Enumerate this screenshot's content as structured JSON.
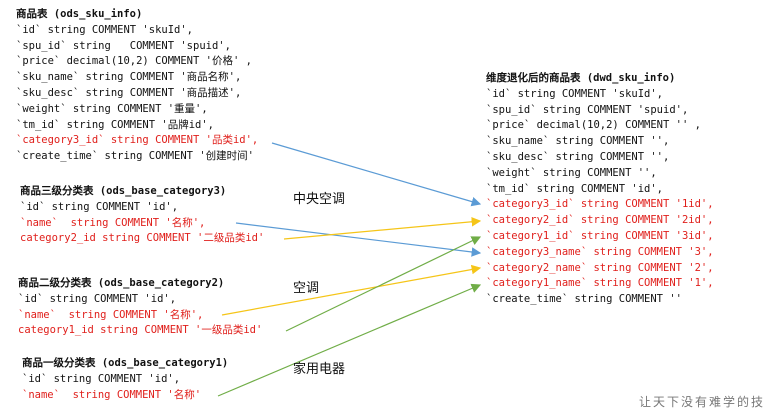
{
  "ods_sku_info": {
    "title": "商品表 (ods_sku_info)",
    "lines": [
      {
        "text": "`id` string COMMENT 'skuId',",
        "red": false
      },
      {
        "text": "`spu_id` string   COMMENT 'spuid',",
        "red": false
      },
      {
        "text": "`price` decimal(10,2) COMMENT '价格' ,",
        "red": false
      },
      {
        "text": "`sku_name` string COMMENT '商品名称',",
        "red": false
      },
      {
        "text": "`sku_desc` string COMMENT '商品描述',",
        "red": false
      },
      {
        "text": "`weight` string COMMENT '重量',",
        "red": false
      },
      {
        "text": "`tm_id` string COMMENT '品牌id',",
        "red": false
      },
      {
        "text": "`category3_id` string COMMENT '品类id',",
        "red": true
      },
      {
        "text": "`create_time` string COMMENT '创建时间'",
        "red": false
      }
    ]
  },
  "ods_base_category3": {
    "title": "商品三级分类表 (ods_base_category3)",
    "lines": [
      {
        "text": "`id` string COMMENT 'id',",
        "red": false
      },
      {
        "text": "`name`  string COMMENT '名称',",
        "red": true
      },
      {
        "text": "category2_id string COMMENT '二级品类id'",
        "red": true
      }
    ]
  },
  "ods_base_category2": {
    "title": "商品二级分类表 (ods_base_category2)",
    "lines": [
      {
        "text": "`id` string COMMENT 'id',",
        "red": false
      },
      {
        "text": "`name`  string COMMENT '名称',",
        "red": true
      },
      {
        "text": "category1_id string COMMENT '一级品类id'",
        "red": true
      }
    ]
  },
  "ods_base_category1": {
    "title": "商品一级分类表 (ods_base_category1)",
    "lines": [
      {
        "text": "`id` string COMMENT 'id',",
        "red": false
      },
      {
        "text": "`name`  string COMMENT '名称'",
        "red": true
      }
    ]
  },
  "dwd_sku_info": {
    "title": "维度退化后的商品表 (dwd_sku_info)",
    "lines": [
      {
        "text": "`id` string COMMENT 'skuId',",
        "red": false
      },
      {
        "text": "`spu_id` string COMMENT 'spuid',",
        "red": false
      },
      {
        "text": "`price` decimal(10,2) COMMENT '' ,",
        "red": false
      },
      {
        "text": "`sku_name` string COMMENT '',",
        "red": false
      },
      {
        "text": "`sku_desc` string COMMENT '',",
        "red": false
      },
      {
        "text": "`weight` string COMMENT '',",
        "red": false
      },
      {
        "text": "`tm_id` string COMMENT 'id',",
        "red": false
      },
      {
        "text": "`category3_id` string COMMENT '1id',",
        "red": true
      },
      {
        "text": "`category2_id` string COMMENT '2id',",
        "red": true
      },
      {
        "text": "`category1_id` string COMMENT '3id',",
        "red": true
      },
      {
        "text": "`category3_name` string COMMENT '3',",
        "red": true
      },
      {
        "text": "`category2_name` string COMMENT '2',",
        "red": true
      },
      {
        "text": "`category1_name` string COMMENT '1',",
        "red": true
      },
      {
        "text": "`create_time` string COMMENT ''",
        "red": false
      }
    ]
  },
  "labels": {
    "central_ac": "中央空调",
    "ac": "空调",
    "appliances": "家用电器"
  },
  "watermark": "让天下没有难学的技",
  "colors": {
    "blue_arrow": "#5b9bd5",
    "yellow_arrow": "#f5c518",
    "green_arrow": "#70ad47",
    "red_text": "#e0201c"
  }
}
